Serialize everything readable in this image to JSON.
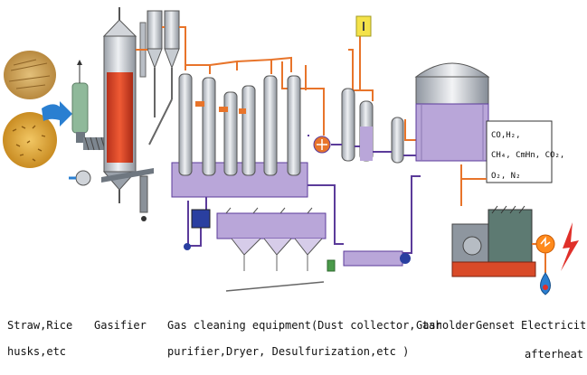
{
  "stages": {
    "feedstock": {
      "line1": "Straw,Rice",
      "line2": "husks,etc"
    },
    "gasifier": {
      "label": "Gasifier"
    },
    "cleaning": {
      "line1": "Gas cleaning equipment(Dust collector, tar",
      "line2": "purifier,Dryer, Desulfurization,etc )"
    },
    "gasholder": {
      "label": "Gasholder"
    },
    "genset": {
      "label": "Genset"
    },
    "electricity": {
      "line1": "Electricity",
      "line2": "afterheat"
    }
  },
  "gas_composition": {
    "line1": "CO,H₂,",
    "line2": "CH₄, CmHn, CO₂,",
    "line3": "O₂, N₂"
  },
  "colors": {
    "pipe_orange": "#e8742a",
    "pipe_purple": "#5b3b9a",
    "tank_fill": "#b9a6d9",
    "vessel_grey": "#c9cdd3",
    "gasifier_red": "#d9452b",
    "arrow_blue": "#2a7fd1",
    "flame_red": "#e0302a",
    "yellow_tag": "#f4e24a"
  },
  "icons": [
    "straw-image",
    "rice-husk-image",
    "feed-arrow-icon",
    "gasifier-reactor",
    "cyclone-separator",
    "tar-purifier-columns",
    "water-tank",
    "gasholder-tank",
    "genset-engine",
    "electricity-icon",
    "lightning-icon",
    "heat-drop-icon"
  ]
}
